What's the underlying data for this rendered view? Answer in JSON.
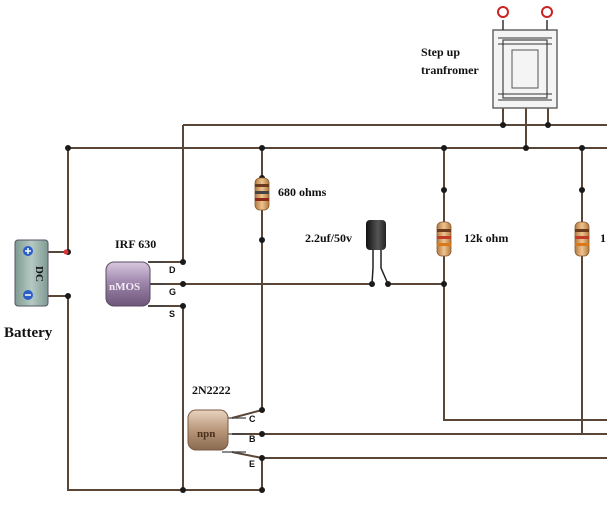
{
  "transformer": {
    "label_line1": "Step up",
    "label_line2": "tranfromer"
  },
  "battery": {
    "label": "Battery",
    "body_text": "DC"
  },
  "mosfet": {
    "part": "IRF 630",
    "body_text": "nMOS",
    "pins": {
      "d": "D",
      "g": "G",
      "s": "S"
    }
  },
  "npn": {
    "part": "2N2222",
    "body_text": "npn",
    "pins": {
      "c": "C",
      "b": "B",
      "e": "E"
    }
  },
  "resistor1": {
    "label": "680 ohms"
  },
  "resistor2": {
    "label": "12k ohm"
  },
  "resistor3": {
    "label": "1"
  },
  "capacitor": {
    "label": "2.2uf/50v"
  },
  "colors": {
    "wire": "#5a4636",
    "resistor_body": "#d9a066",
    "battery_body": "#8fa8a0"
  }
}
